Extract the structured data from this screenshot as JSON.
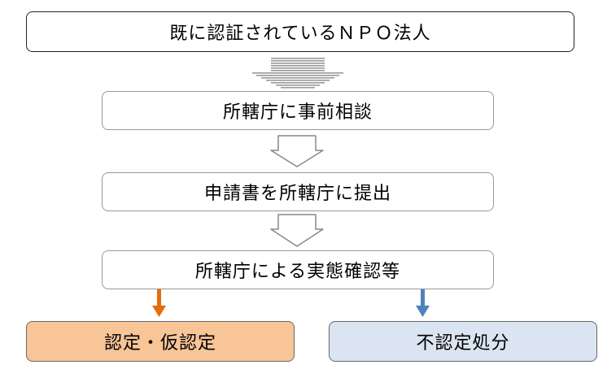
{
  "flow": {
    "start": "既に認証されているＮＰＯ法人",
    "step1": "所轄庁に事前相談",
    "step2": "申請書を所轄庁に提出",
    "step3": "所轄庁による実態確認等",
    "result_ok": "認定・仮認定",
    "result_ng": "不認定処分"
  },
  "colors": {
    "orange_arrow": "#e46c0a",
    "blue_arrow": "#4f81bd",
    "orange_fill": "#f8c597",
    "blue_fill": "#dbe5f1"
  }
}
